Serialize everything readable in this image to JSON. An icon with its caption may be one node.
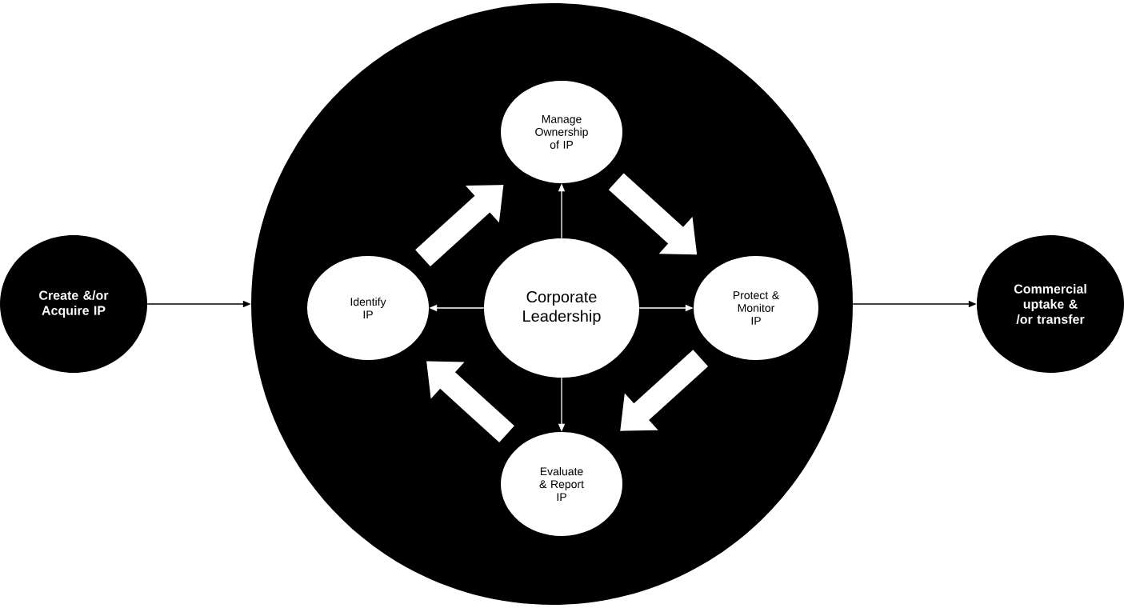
{
  "diagram": {
    "nodes": [
      {
        "text": [
          "Create &/or Acquire IP"
        ]
      },
      {
        "text": [],
        "shape": "circle"
      },
      {
        "text": [
          "Manage Ownership of IP"
        ],
        "in": 1
      },
      {
        "text": [
          "Identify IP"
        ],
        "in": 1
      },
      {
        "text": [
          "Corporate Leadership"
        ],
        "in": 1
      },
      {
        "text": [
          "Protect & Monitor IP"
        ],
        "in": 1
      },
      {
        "text": [
          "Evaluate & Report IP"
        ],
        "in": 1
      },
      {
        "text": [
          "Commercial uptake & /or transfer"
        ]
      }
    ],
    "edges": [
      {
        "from": 0,
        "to": 1,
        "arrow": "to",
        "color": "#000000"
      },
      {
        "from": 1,
        "to": 7,
        "arrow": "to",
        "color": "#000000"
      },
      {
        "from": 4,
        "to": 2,
        "arrow": "to"
      },
      {
        "from": 4,
        "to": 3,
        "arrow": "to"
      },
      {
        "from": 4,
        "to": 5,
        "arrow": "to"
      },
      {
        "from": 4,
        "to": 6,
        "arrow": "to"
      },
      {
        "from": 3,
        "to": 2,
        "arrow": "to",
        "style": "thick"
      },
      {
        "from": 2,
        "to": 5,
        "arrow": "to",
        "style": "thick"
      },
      {
        "from": 5,
        "to": 6,
        "arrow": "to",
        "style": "thick"
      },
      {
        "from": 6,
        "to": 3,
        "arrow": "to",
        "style": "thick"
      }
    ]
  }
}
